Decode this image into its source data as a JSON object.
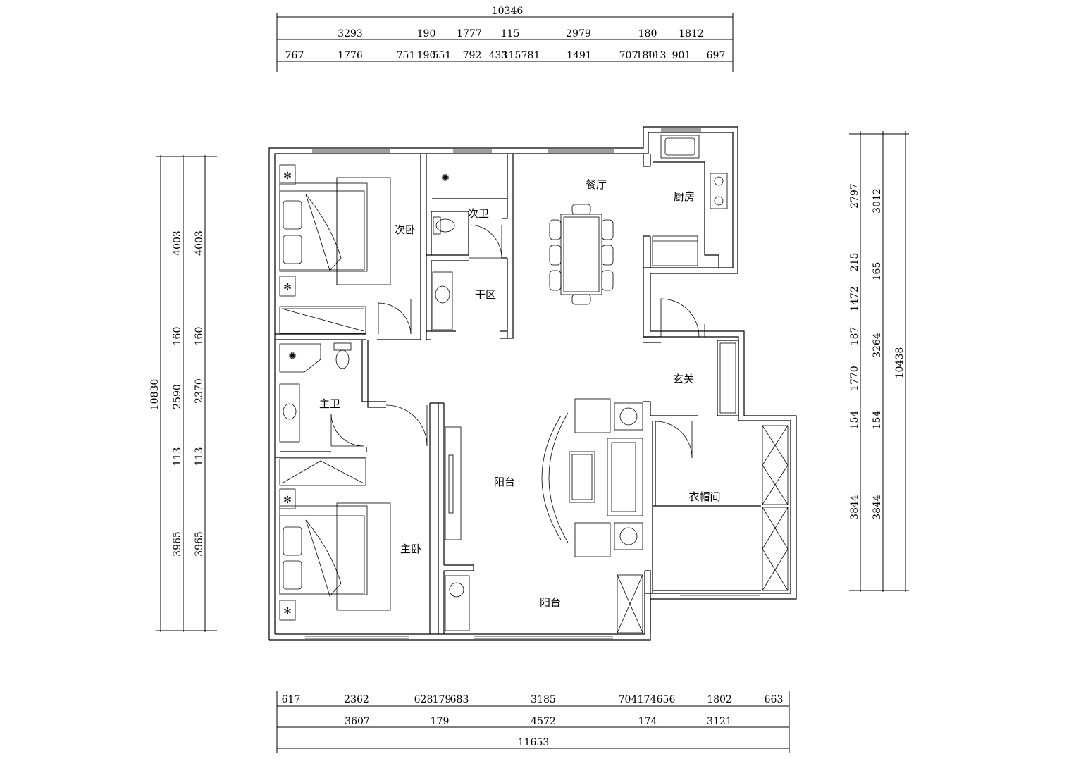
{
  "rooms": {
    "second_bedroom": "次卧",
    "second_bath": "次卫",
    "dry_area": "干区",
    "dining": "餐厅",
    "kitchen": "厨房",
    "foyer": "玄关",
    "master_bath": "主卫",
    "balcony_center": "阳台",
    "cloakroom": "衣帽间",
    "master_bedroom": "主卧",
    "balcony_bottom": "阳台"
  },
  "dims_top": {
    "total": "10346",
    "row1": [
      "3293",
      "190",
      "1777",
      "115",
      "2979",
      "180",
      "1812"
    ],
    "row2": [
      "767",
      "1776",
      "751",
      "190",
      "551",
      "792",
      "433",
      "115",
      "781",
      "1491",
      "707",
      "180",
      "113",
      "901",
      "697"
    ]
  },
  "dims_bottom": {
    "row1": [
      "617",
      "2362",
      "628",
      "179",
      "683",
      "3185",
      "704",
      "174",
      "656",
      "1802",
      "663"
    ],
    "row2": [
      "3607",
      "179",
      "4572",
      "174",
      "3121"
    ],
    "total": "11653"
  },
  "dims_left": {
    "total": "10830",
    "col1": [
      "4003",
      "160",
      "2590",
      "113",
      "3965"
    ],
    "col2": [
      "4003",
      "160",
      "2370",
      "113",
      "3965"
    ]
  },
  "dims_right": {
    "col1": [
      "2797",
      "215",
      "1472",
      "187",
      "1770",
      "154",
      "3844"
    ],
    "col2": [
      "3012",
      "165",
      "3264",
      "154",
      "3844"
    ],
    "total": "10438"
  }
}
